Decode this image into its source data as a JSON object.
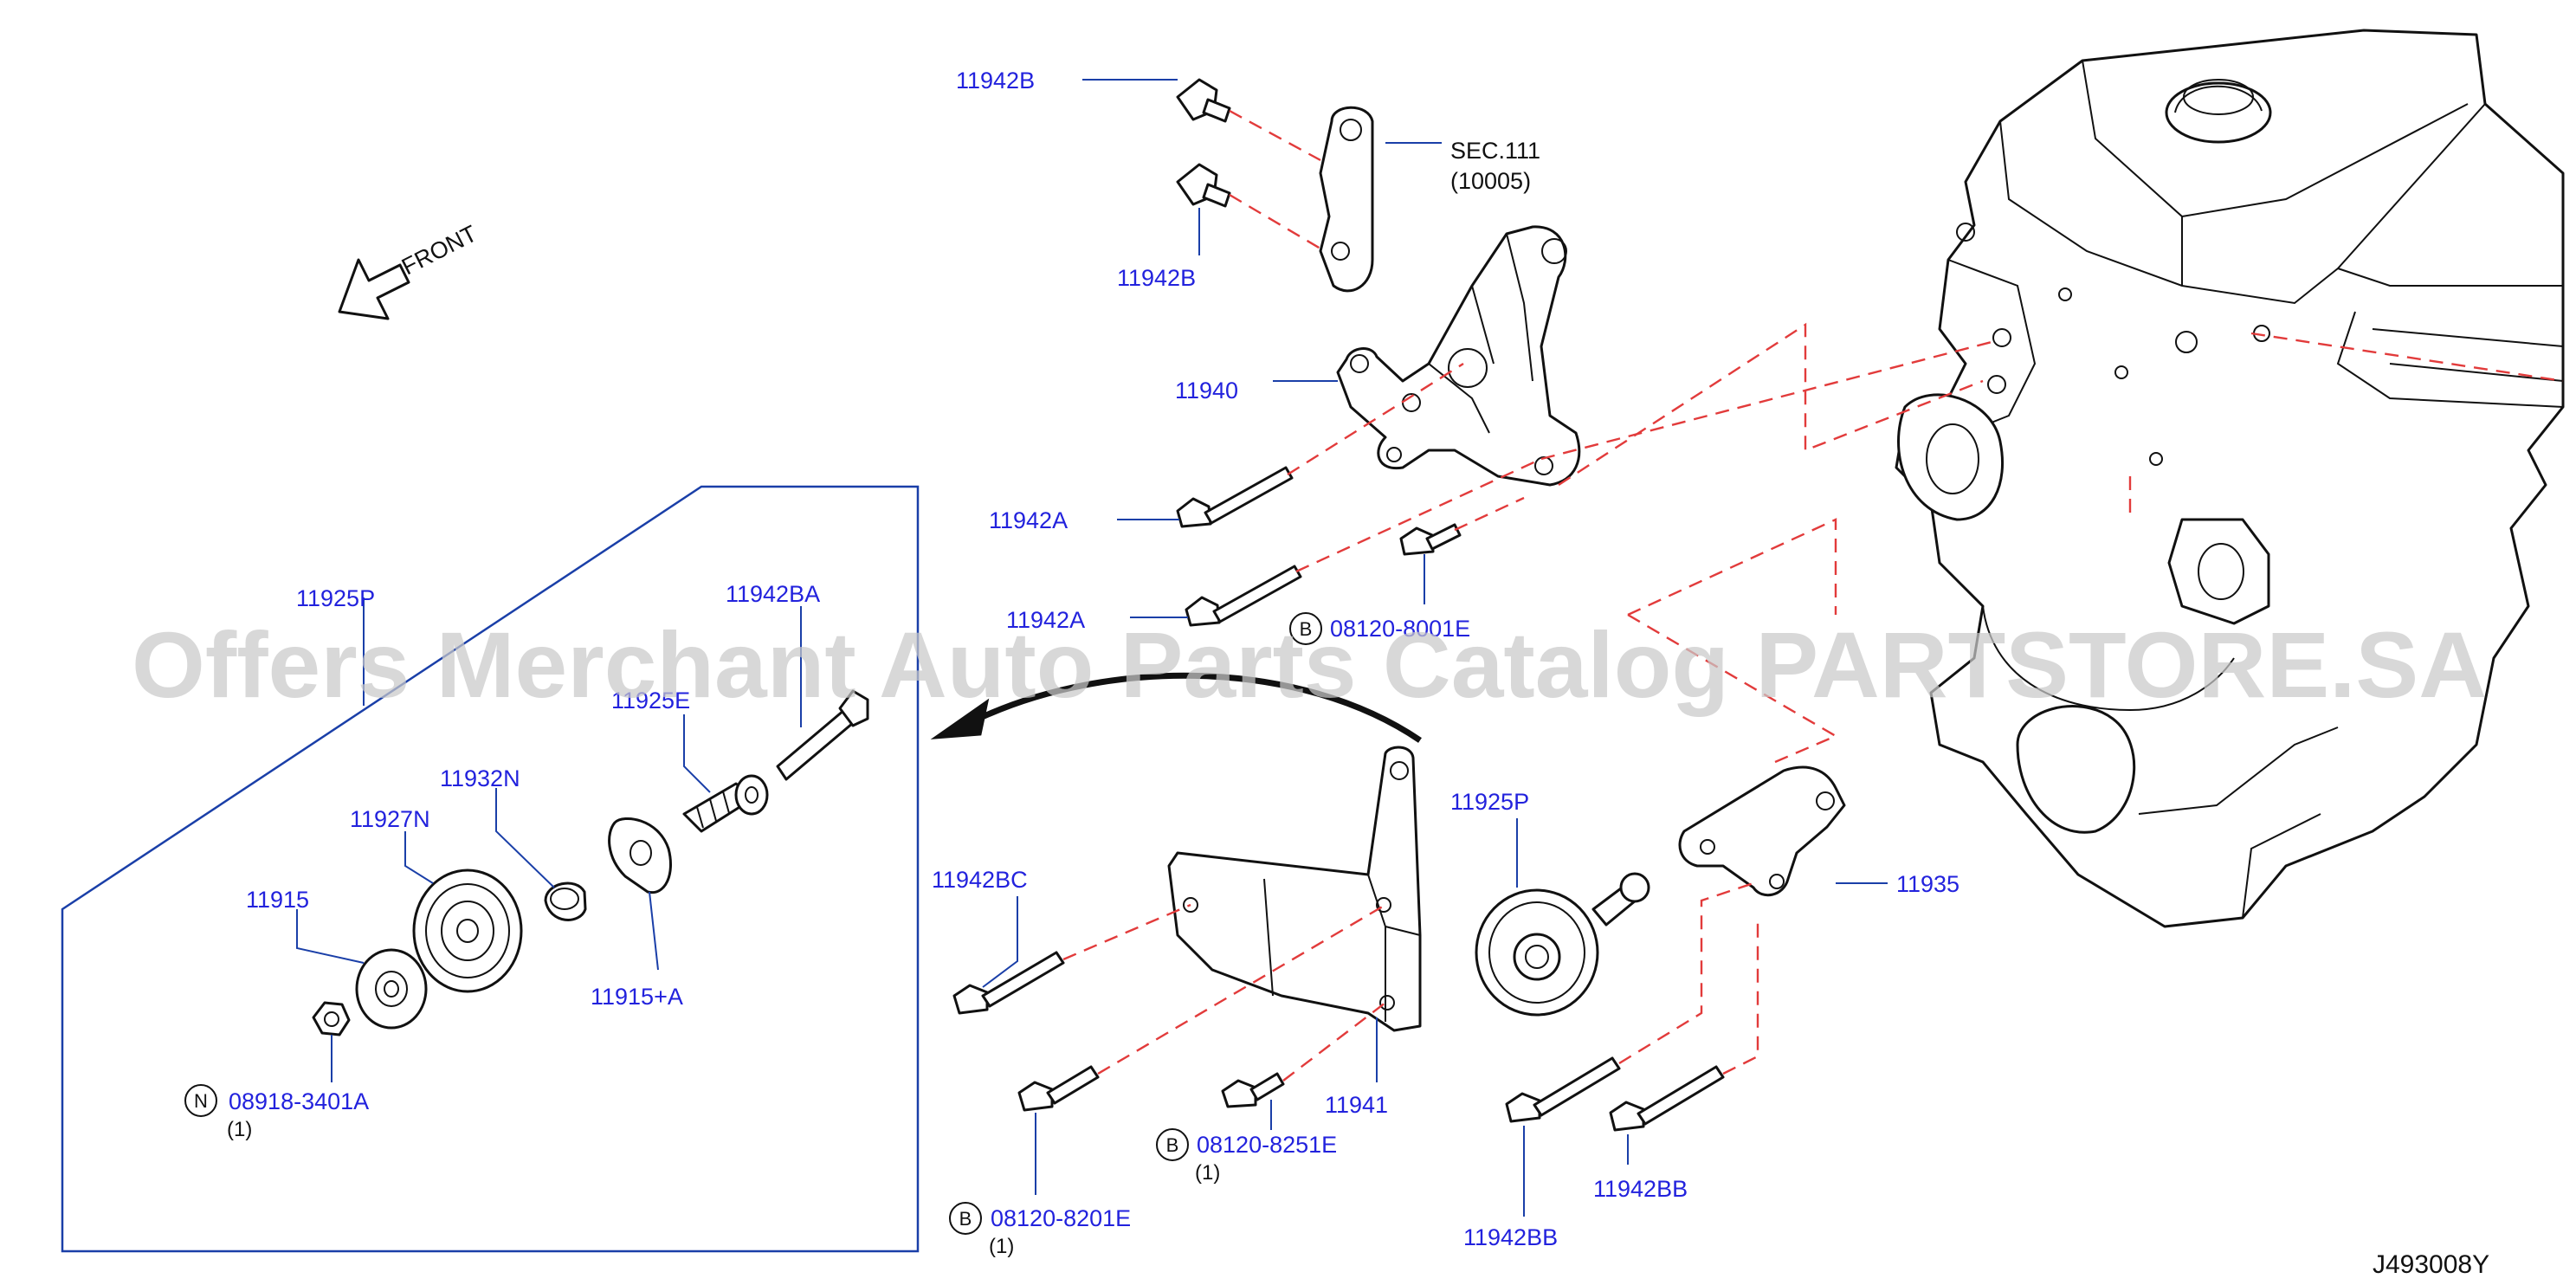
{
  "watermark": "Offers Merchant Auto Parts Catalog PARTSTORE.SA",
  "front_label": "FRONT",
  "diagram_code": "J493008Y",
  "labels": {
    "p11942B_top": "11942B",
    "p11942B_mid": "11942B",
    "sec_111": "SEC.111",
    "sec_111_ref": "(10005)",
    "p11940": "11940",
    "p11942A_1": "11942A",
    "p11942A_2": "11942A",
    "b08120_8001E": "08120-8001E",
    "p11925P_left": "11925P",
    "p11942BA": "11942BA",
    "p11925E": "11925E",
    "p11932N": "11932N",
    "p11927N": "11927N",
    "p11915": "11915",
    "p11915A": "11915+A",
    "n08918_3401A": "08918-3401A",
    "n08918_qty": "(1)",
    "p11942BC": "11942BC",
    "p11925P_right": "11925P",
    "p11935": "11935",
    "p11941": "11941",
    "b08120_8251E": "08120-8251E",
    "b08120_8251E_qty": "(1)",
    "b08120_8201E": "08120-8201E",
    "b08120_8201E_qty": "(1)",
    "p11942BB_1": "11942BB",
    "p11942BB_2": "11942BB"
  },
  "markers": {
    "bolt_marker": "B",
    "nut_marker": "N"
  },
  "colors": {
    "label_blue": "#2222dd",
    "leader_blue": "#1a3fa8",
    "dashed_red": "#e23b3b",
    "line_black": "#111111",
    "watermark_gray": "#c9c9c9"
  }
}
